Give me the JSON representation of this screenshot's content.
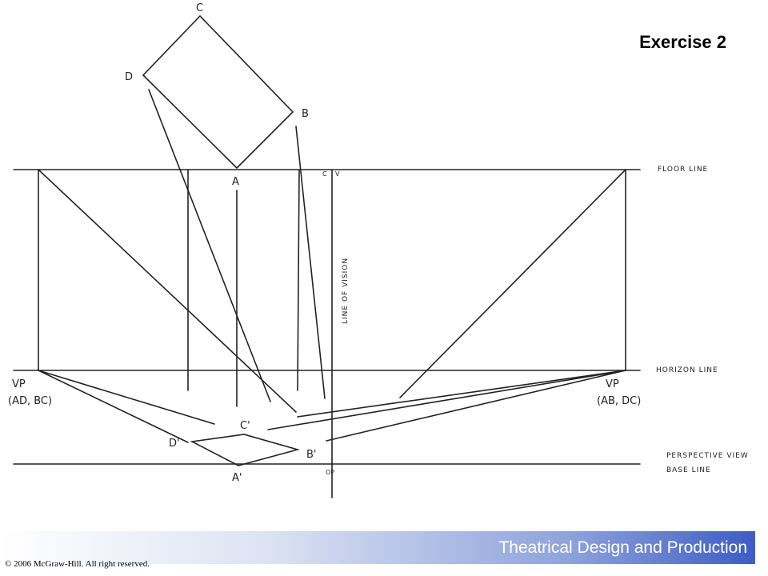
{
  "title": "Exercise 2",
  "footer": {
    "brand": "Theatrical Design and Production",
    "copyright": "© 2006 McGraw-Hill.  All right reserved."
  },
  "diagram": {
    "plan_points": {
      "a": "A",
      "b": "B",
      "c": "C",
      "d": "D"
    },
    "perspective_points": {
      "a": "A'",
      "b": "B'",
      "c": "C'",
      "d": "D'"
    },
    "sight_line_marks": {
      "c": "C",
      "v": "V",
      "op": "OP"
    },
    "line_of_vision": "LINE OF VISION",
    "floor_line": "FLOOR LINE",
    "horizon_line": "HORIZON LINE",
    "base_line": [
      "PERSPECTIVE VIEW",
      "BASE LINE"
    ],
    "vp_left": {
      "label": "VP",
      "sub": "(AD, BC)"
    },
    "vp_right": {
      "label": "VP",
      "sub": "(AB, DC)"
    }
  }
}
